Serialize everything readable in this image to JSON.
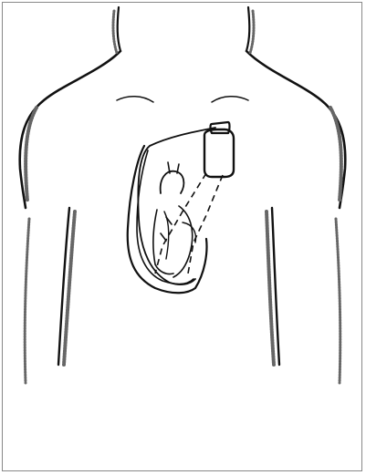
{
  "figure": {
    "subject": "torso-with-implanted-pacemaker",
    "colors": {
      "ink": "#111111",
      "shading": "#666666",
      "background": "#ffffff",
      "border": "#888888"
    },
    "components": [
      "torso-outline",
      "neck",
      "clavicles",
      "heart",
      "pacemaker-generator",
      "pacing-leads"
    ]
  }
}
